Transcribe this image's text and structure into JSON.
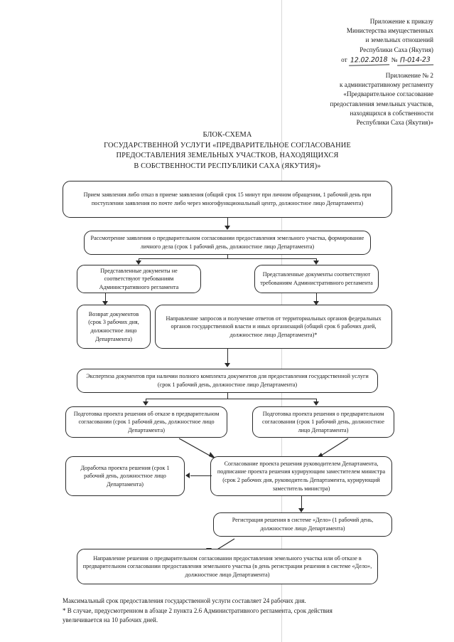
{
  "document": {
    "header_primary": {
      "lines": [
        "Приложение к приказу",
        "Министерства имущественных",
        "и земельных отношений",
        "Республики Саха (Якутия)"
      ],
      "date_prefix": "от",
      "date_value": "12.02.2018",
      "number_symbol": "№",
      "number_value": "П-014-23"
    },
    "header_secondary": {
      "lines": [
        "Приложение № 2",
        "к административному регламенту",
        "«Предварительное согласование",
        "предоставления земельных участков,",
        "находящихся в собственности",
        "Республики Саха (Якутия)»"
      ]
    },
    "title": {
      "lines": [
        "БЛОК-СХЕМА",
        "ГОСУДАРСТВЕННОЙ УСЛУГИ «ПРЕДВАРИТЕЛЬНОЕ СОГЛАСОВАНИЕ",
        "ПРЕДОСТАВЛЕНИЯ ЗЕМЕЛЬНЫХ УЧАСТКОВ, НАХОДЯЩИХСЯ",
        "В СОБСТВЕННОСТИ РЕСПУБЛИКИ САХА (ЯКУТИЯ)»"
      ]
    },
    "footer": {
      "lines": [
        "Максимальный срок предоставления государственной услуги составляет 24 рабочих дня.",
        "* В случае, предусмотренном в абзаце 2 пункта 2.6 Административного регламента, срок действия",
        "увеличивается на 10 рабочих дней."
      ]
    }
  },
  "flowchart": {
    "type": "flowchart",
    "nodes": [
      {
        "id": "n1",
        "name": "receive-application",
        "text": "Прием заявления либо отказ в приеме заявления (общий срок 15 минут при личном обращении, 1 рабочий день при поступлении заявления по почте либо через многофункциональный центр, должностное лицо Департамента)"
      },
      {
        "id": "n2",
        "name": "review-application",
        "text": "Рассмотрение заявления о предварительном согласовании предоставления земельного участка, формирование личного дела (срок 1 рабочий день, должностное лицо Департамента)"
      },
      {
        "id": "n3",
        "name": "documents-not-compliant",
        "text": "Представленные документы не соответствуют требованиям Административного регламента"
      },
      {
        "id": "n4",
        "name": "documents-compliant",
        "text": "Представленные документы соответствуют требованиям Административного регламента"
      },
      {
        "id": "n5",
        "name": "return-documents",
        "text": "Возврат документов (срок 3 рабочих дня, должностное лицо Департамента)"
      },
      {
        "id": "n6",
        "name": "send-requests",
        "text": "Направление запросов и получение ответов от территориальных органов федеральных органов государственной власти и иных организаций (общий срок 6 рабочих дней, должностное лицо Департамента)*"
      },
      {
        "id": "n7",
        "name": "document-expertise",
        "text": "Экспертиза документов при наличии полного комплекта документов для предоставления государственной услуги (срок 1 рабочий день, должностное лицо Департамента)"
      },
      {
        "id": "n8",
        "name": "prepare-refusal-decision",
        "text": "Подготовка проекта решения об отказе в предварительном согласовании (срок 1 рабочий день, должностное лицо Департамента)"
      },
      {
        "id": "n9",
        "name": "prepare-approval-decision",
        "text": "Подготовка проекта решения о предварительном согласовании (срок 1 рабочий день, должностное лицо Департамента)"
      },
      {
        "id": "n10",
        "name": "revise-draft-decision",
        "text": "Доработка проекта решения (срок 1 рабочий день, должностное лицо Департамента)"
      },
      {
        "id": "n11",
        "name": "approve-draft-decision",
        "text": "Согласование проекта решения руководителем Департамента, подписание проекта решения курирующим заместителем министра (срок 2 рабочих дня, руководитель Департамента, курирующий заместитель министра)"
      },
      {
        "id": "n12",
        "name": "register-decision",
        "text": "Регистрация решения в системе «Дело» (1 рабочий день, должностное лицо Департамента)"
      },
      {
        "id": "n13",
        "name": "send-decision",
        "text": "Направление решения о предварительном согласовании предоставления земельного участка или об отказе в предварительном   согласовании предоставления земельного участка (в день регистрации решения в системе «Дело», должностное лицо Департамента)"
      }
    ]
  },
  "colors": {
    "ink": "#1a1a1a",
    "stroke": "#2a2a2a",
    "paper": "#ffffff",
    "scan_artifact": "#d8d8d8"
  }
}
